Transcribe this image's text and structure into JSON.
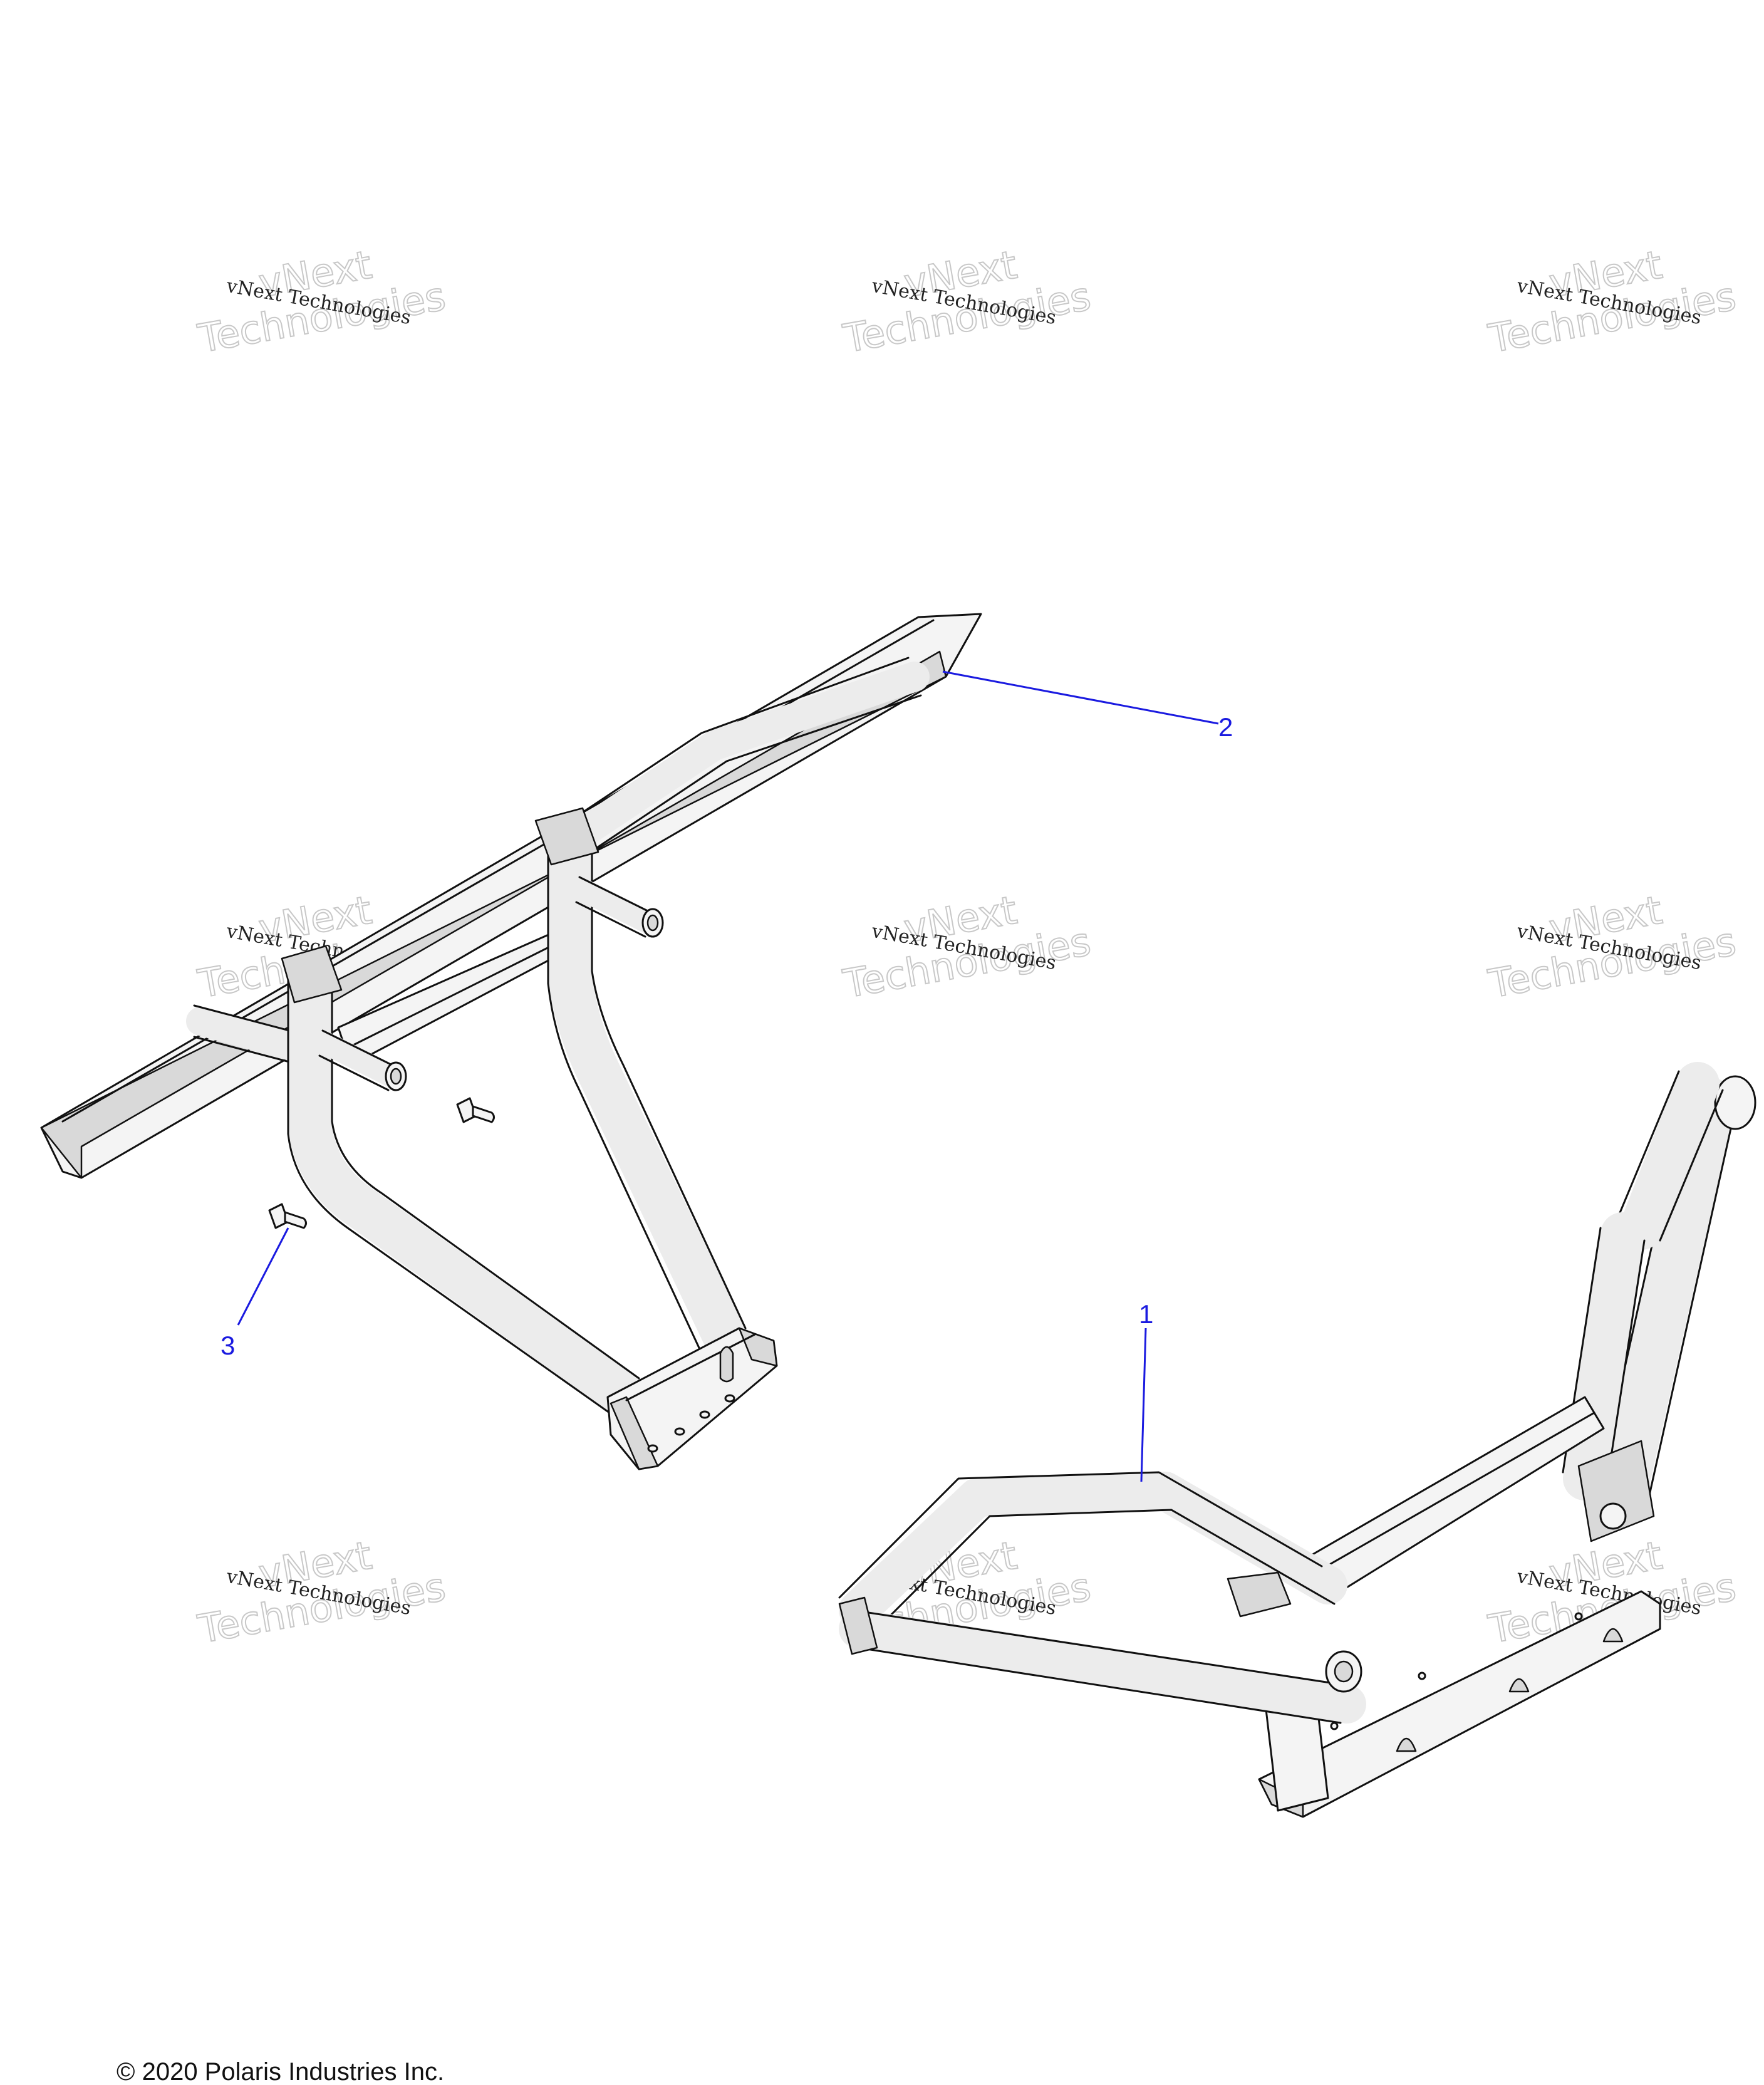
{
  "callouts": [
    {
      "id": "1",
      "label": "1"
    },
    {
      "id": "2",
      "label": "2"
    },
    {
      "id": "3",
      "label": "3"
    }
  ],
  "watermark": {
    "line1": "vNext Technologies",
    "big_line1": "vNext",
    "big_line2": "Technologies"
  },
  "copyright": "© 2020 Polaris Industries Inc.",
  "colors": {
    "callout": "#1a1ae0",
    "line_art": "#111111",
    "part_fill": "#f4f4f4"
  }
}
